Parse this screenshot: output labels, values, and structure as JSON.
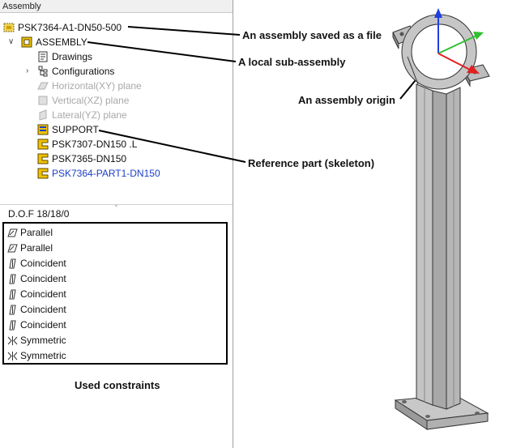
{
  "panel": {
    "title": "Assembly",
    "tree": {
      "root": "PSK7364-A1-DN50-500",
      "sub_assembly": "ASSEMBLY",
      "items": [
        {
          "label": "Drawings"
        },
        {
          "label": "Configurations"
        },
        {
          "label": "Horizontal(XY) plane"
        },
        {
          "label": "Vertical(XZ) plane"
        },
        {
          "label": "Lateral(YZ) plane"
        },
        {
          "label": "SUPPORT"
        },
        {
          "label": "PSK7307-DN150 .L"
        },
        {
          "label": "PSK7365-DN150"
        },
        {
          "label": "PSK7364-PART1-DN150"
        }
      ]
    },
    "dof": "D.O.F  18/18/0",
    "constraints": [
      {
        "label": "Parallel"
      },
      {
        "label": "Parallel"
      },
      {
        "label": "Coincident"
      },
      {
        "label": "Coincident"
      },
      {
        "label": "Coincident"
      },
      {
        "label": "Coincident"
      },
      {
        "label": "Coincident"
      },
      {
        "label": "Symmetric"
      },
      {
        "label": "Symmetric"
      }
    ],
    "constraints_caption": "Used constraints"
  },
  "callouts": {
    "assembly_file": "An assembly saved as a file",
    "sub_assembly": "A local sub-assembly",
    "origin": "An assembly origin",
    "reference_part": "Reference part (skeleton)"
  },
  "colors": {
    "axis_z": "#1f3fe0",
    "axis_y": "#2fbf2f",
    "axis_x": "#e02020",
    "part_icon": "#f2c200",
    "blue_text": "#1a3fc8"
  }
}
